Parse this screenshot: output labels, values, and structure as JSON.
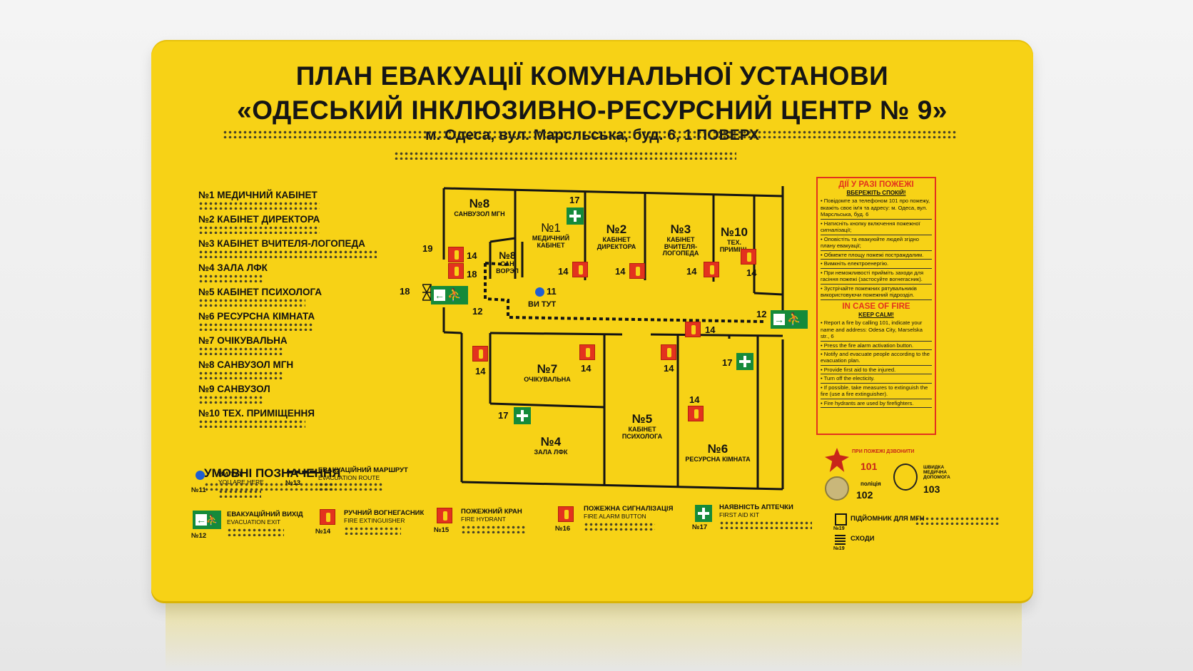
{
  "title_line1": "ПЛАН ЕВАКУАЦІЇ КОМУНАЛЬНОЇ УСТАНОВИ",
  "title_line2": "«ОДЕСЬКИЙ ІНКЛЮЗИВНО-РЕСУРСНИЙ ЦЕНТР № 9»",
  "address": "м. Одеса, вул. Марсльська, буд. 6, 1 ПОВЕРХ",
  "rooms_list": [
    "№1 МЕДИЧНИЙ КАБІНЕТ",
    "№2 КАБІНЕТ ДИРЕКТОРА",
    "№3 КАБІНЕТ ВЧИТЕЛЯ-ЛОГОПЕДА",
    "№4 ЗАЛА ЛФК",
    "№5 КАБІНЕТ ПСИХОЛОГА",
    "№6 РЕСУРСНА КІМНАТА",
    "№7 ОЧІКУВАЛЬНА",
    "№8 САНВУЗОЛ МГН",
    "№9 САНВУЗОЛ",
    "№10 ТЕХ. ПРИМІЩЕННЯ"
  ],
  "legend_heading": "УМОВНІ ПОЗНАЧЕННЯ",
  "plan": {
    "r8a": {
      "n": "№8",
      "s": "САНВУЗОЛ МГН"
    },
    "r8b": {
      "n": "№8",
      "s": "САН ВОРЭЛ"
    },
    "r1": {
      "n": "№1",
      "s": "МЕДИЧНИЙ КАБІНЕТ"
    },
    "r2": {
      "n": "№2",
      "s": "КАБІНЕТ ДИРЕКТОРА"
    },
    "r3": {
      "n": "№3",
      "s": "КАБІНЕТ ВЧИТЕЛЯ-ЛОГОПЕДА"
    },
    "r10": {
      "n": "№10",
      "s": "ТЕХ. ПРИМІЩ."
    },
    "r7": {
      "n": "№7",
      "s": "ОЧІКУВАЛЬНА"
    },
    "r4": {
      "n": "№4",
      "s": "ЗАЛА ЛФК"
    },
    "r5": {
      "n": "№5",
      "s": "КАБІНЕТ ПСИХОЛОГА"
    },
    "r6": {
      "n": "№6",
      "s": "РЕСУРСНА КІМНАТА"
    },
    "here": "ВИ ТУТ",
    "n11": "11",
    "n12": "12",
    "n14": "14",
    "n17": "17",
    "n18": "18",
    "n19": "19"
  },
  "panel": {
    "ua_head": "ДІЇ У РАЗІ ПОЖЕЖІ",
    "ua_sub": "ВБЕРЕЖІТЬ СПОКІЙ!",
    "ua_items": [
      "• Повідомте за телефоном 101 про пожежу, вкажіть своє ім'я та адресу: м. Одеса, вул. Марсльська, буд. 6",
      "• Натисніть кнопку включення пожежної сигналізації;",
      "• Оповістіть та евакуюйте людей згідно плану евакуації;",
      "• Обмежте площу пожежі постраждалим.",
      "• Вимкніть електроенергію.",
      "• При неможливості прийміть заходи для гасіння пожежі (застосуйте вогнегасник).",
      "• Зустрічайте пожежних рятувальників використовуючи пожежний підрозділ."
    ],
    "en_head": "IN CASE OF FIRE",
    "en_sub": "KEEP CALM!",
    "en_items": [
      "• Report a fire by calling 101, indicate your name and address: Odesa City, Marselska str., 6",
      "• Press the fire alarm activation button.",
      "• Notify and evacuate people according to the evacuation plan.",
      "• Provide first aid to the injured.",
      "• Turn off the electicity.",
      "• If possible, take measures to extinguish the fire (use a fire extinguisher).",
      "• Fire hydrants are used by firefighters."
    ]
  },
  "emergency": {
    "fire_label": "ПРИ ПОЖЕЖІ ДЗВОНИТИ",
    "fire_num": "101",
    "police_label": "поліція",
    "police_num": "102",
    "medical_label": "ШВИДКА МЕДИЧНА ДОПОМОГА",
    "medical_num": "103"
  },
  "legend": {
    "you_here_ua": "ВИ ТУТ",
    "you_here_en": "YOU ARE HERE",
    "you_here_no": "№11",
    "route_ua": "ЕВАКУАЦІЙНИЙ МАРШРУТ",
    "route_en": "EVACUATION ROUTE",
    "route_no": "№13",
    "exit_ua": "ЕВАКУАЦІЙНИЙ ВИХІД",
    "exit_en": "EVACUATION EXIT",
    "exit_no": "№12",
    "ext_ua": "РУЧНИЙ ВОГНЕГАСНИК",
    "ext_en": "FIRE EXTINGUISHER",
    "ext_no": "№14",
    "hyd_ua": "ПОЖЕЖНИЙ КРАН",
    "hyd_en": "FIRE HYDRANT",
    "hyd_no": "№15",
    "alarm_ua": "ПОЖЕЖНА СИГНАЛІЗАЦІЯ",
    "alarm_en": "FIRE ALARM BUTTON",
    "alarm_no": "№16",
    "aid_ua": "НАЯВНІСТЬ АПТЕЧКИ",
    "aid_en": "FIRST AID KIT",
    "aid_no": "№17",
    "lift_ua": "ПІДЙОМНИК ДЛЯ МГН",
    "lift_no": "№19",
    "stairs_ua": "СХОДИ",
    "stairs_no": "№19"
  },
  "colors": {
    "plate": "#f7d216",
    "red": "#e3321e",
    "green": "#158a3a",
    "blue": "#1f5fd2"
  }
}
